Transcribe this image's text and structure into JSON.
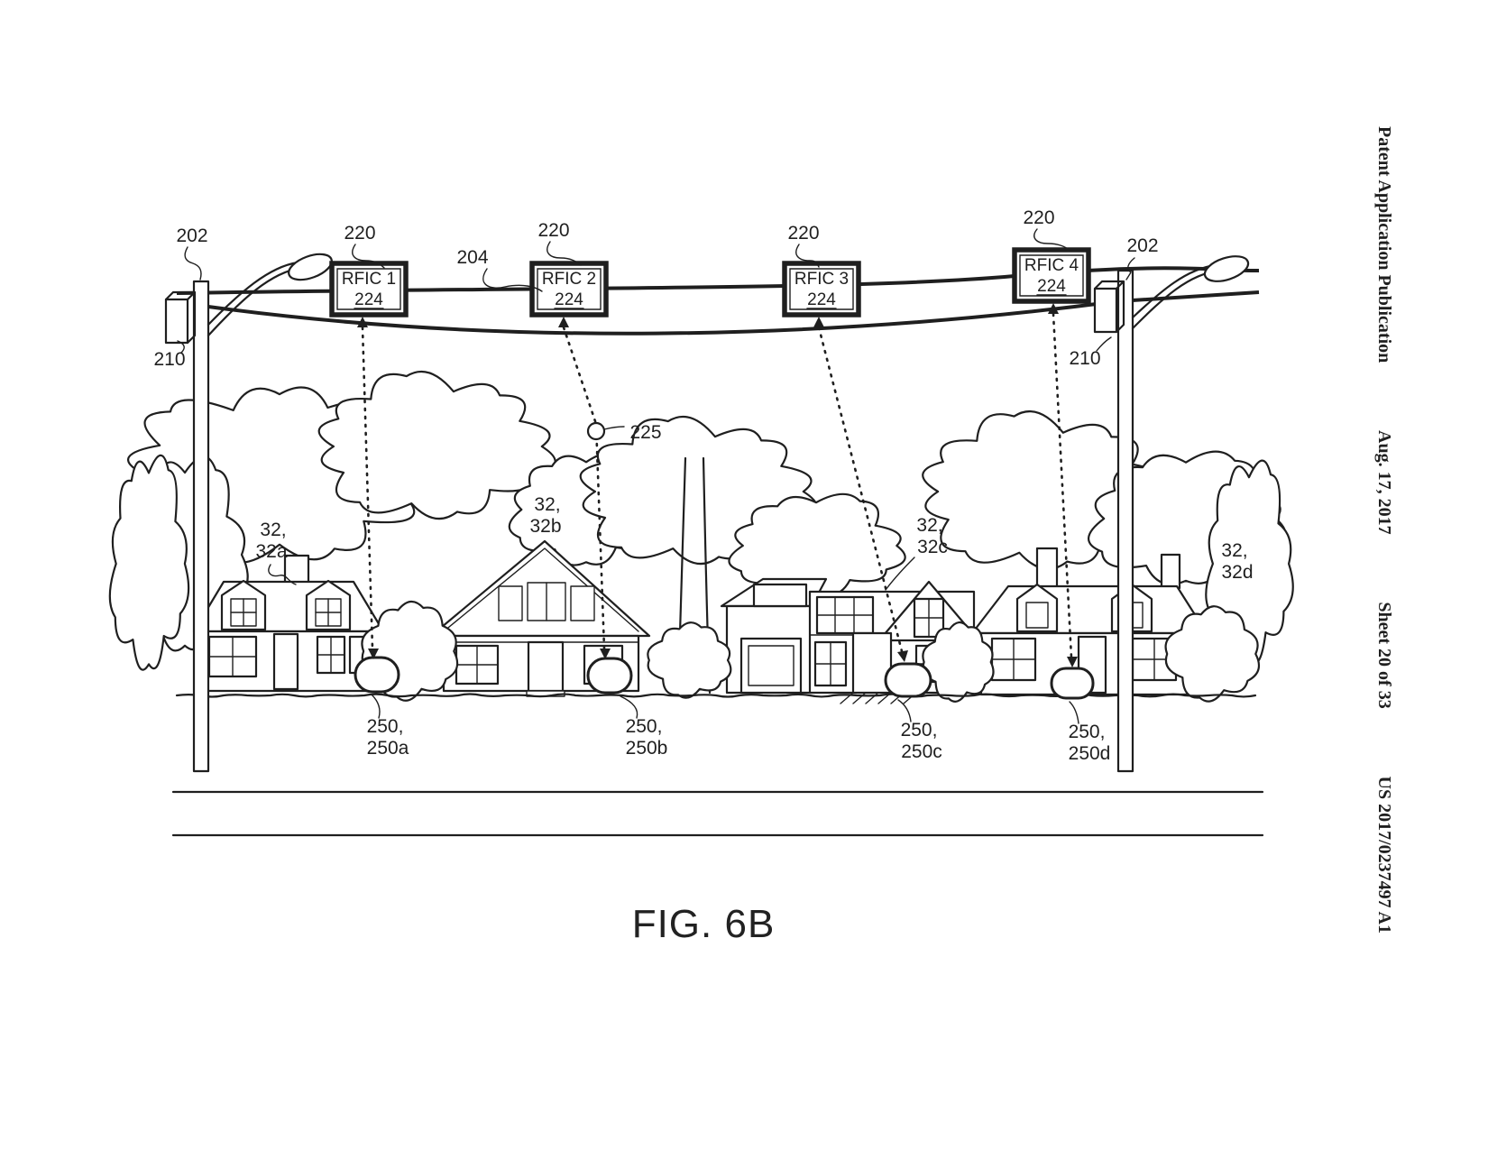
{
  "header": {
    "publication": "Patent Application Publication",
    "date": "Aug. 17, 2017",
    "sheet": "Sheet 20 of 33",
    "patent_number": "US 2017/0237497 A1"
  },
  "figure": {
    "caption": "FIG. 6B"
  },
  "refs": {
    "pole": "202",
    "lamp_unit": "210",
    "wire": "204",
    "rfic_unit": "220",
    "rfic_id": "224",
    "drop_line": "225"
  },
  "rfics": [
    {
      "label": "RFIC 1",
      "ref": "224"
    },
    {
      "label": "RFIC 2",
      "ref": "224"
    },
    {
      "label": "RFIC 3",
      "ref": "224"
    },
    {
      "label": "RFIC 4",
      "ref": "224"
    }
  ],
  "houses": [
    {
      "ref_line1": "32,",
      "ref_line2": "32a"
    },
    {
      "ref_line1": "32,",
      "ref_line2": "32b"
    },
    {
      "ref_line1": "32,",
      "ref_line2": "32c"
    },
    {
      "ref_line1": "32,",
      "ref_line2": "32d"
    }
  ],
  "devices": [
    {
      "ref_line1": "250,",
      "ref_line2": "250a"
    },
    {
      "ref_line1": "250,",
      "ref_line2": "250b"
    },
    {
      "ref_line1": "250,",
      "ref_line2": "250c"
    },
    {
      "ref_line1": "250,",
      "ref_line2": "250d"
    }
  ]
}
